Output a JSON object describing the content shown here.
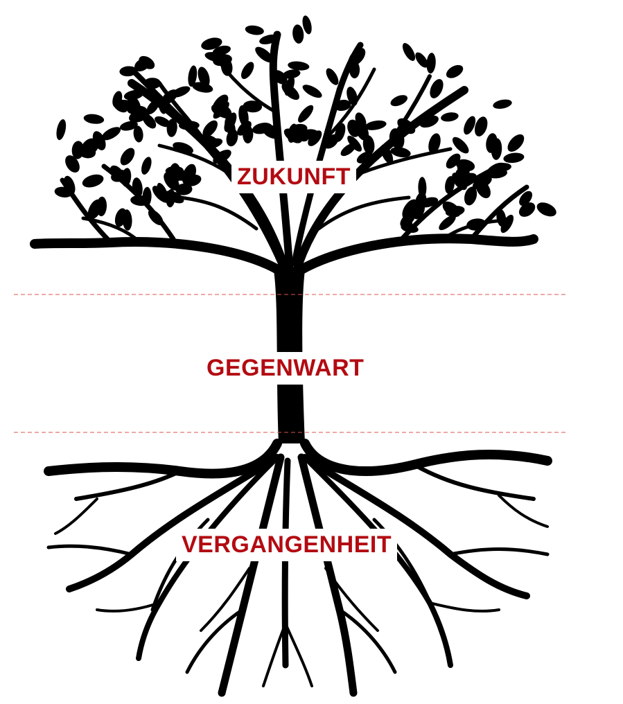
{
  "labels": {
    "future": "ZUKUNFT",
    "present": "GEGENWART",
    "past": "VERGANGENHEIT"
  },
  "colors": {
    "label": "#b30b12",
    "divider": "#d9534f",
    "tree": "#000000",
    "background": "#ffffff"
  },
  "icons": {
    "tree": "tree-of-life-icon"
  }
}
